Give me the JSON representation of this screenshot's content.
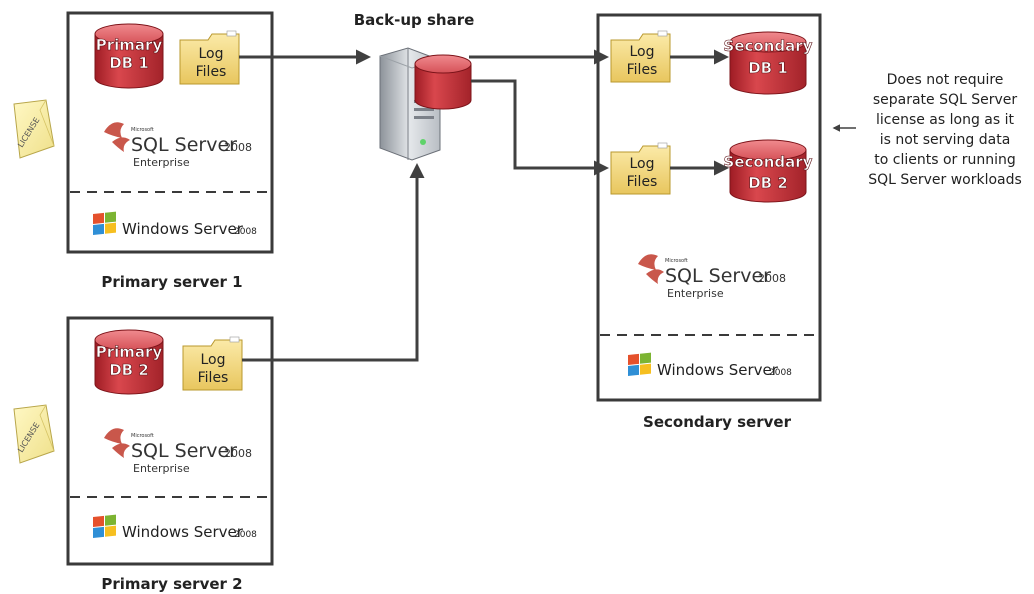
{
  "primary1": {
    "db_line1": "Primary",
    "db_line2": "DB 1",
    "log_line1": "Log",
    "log_line2": "Files",
    "sql_small": "Microsoft",
    "sql_main": "SQL Server",
    "sql_ver": "2008",
    "sql_edition": "Enterprise",
    "win_main": "Windows Server",
    "win_ver": "2008",
    "caption": "Primary server 1"
  },
  "primary2": {
    "db_line1": "Primary",
    "db_line2": "DB 2",
    "log_line1": "Log",
    "log_line2": "Files",
    "sql_small": "Microsoft",
    "sql_main": "SQL Server",
    "sql_ver": "2008",
    "sql_edition": "Enterprise",
    "win_main": "Windows Server",
    "win_ver": "2008",
    "caption": "Primary server 2"
  },
  "backup": {
    "title": "Back-up share"
  },
  "secondary": {
    "log1_line1": "Log",
    "log1_line2": "Files",
    "db1_line1": "Secondary",
    "db1_line2": "DB 1",
    "log2_line1": "Log",
    "log2_line2": "Files",
    "db2_line1": "Secondary",
    "db2_line2": "DB 2",
    "sql_small": "Microsoft",
    "sql_main": "SQL Server",
    "sql_ver": "2008",
    "sql_edition": "Enterprise",
    "win_main": "Windows Server",
    "win_ver": "2008",
    "caption": "Secondary server"
  },
  "license_label": "LICENSE",
  "note": {
    "line1": "Does not require",
    "line2": "separate SQL Server",
    "line3": "license as long as it",
    "line4": "is not serving data",
    "line5": "to clients or running",
    "line6": "SQL Server workloads"
  },
  "colors": {
    "db_red": "#c8323a",
    "folder_yellow": "#f3dc8a",
    "sql_red": "#c0392b",
    "arrow": "#404040"
  }
}
